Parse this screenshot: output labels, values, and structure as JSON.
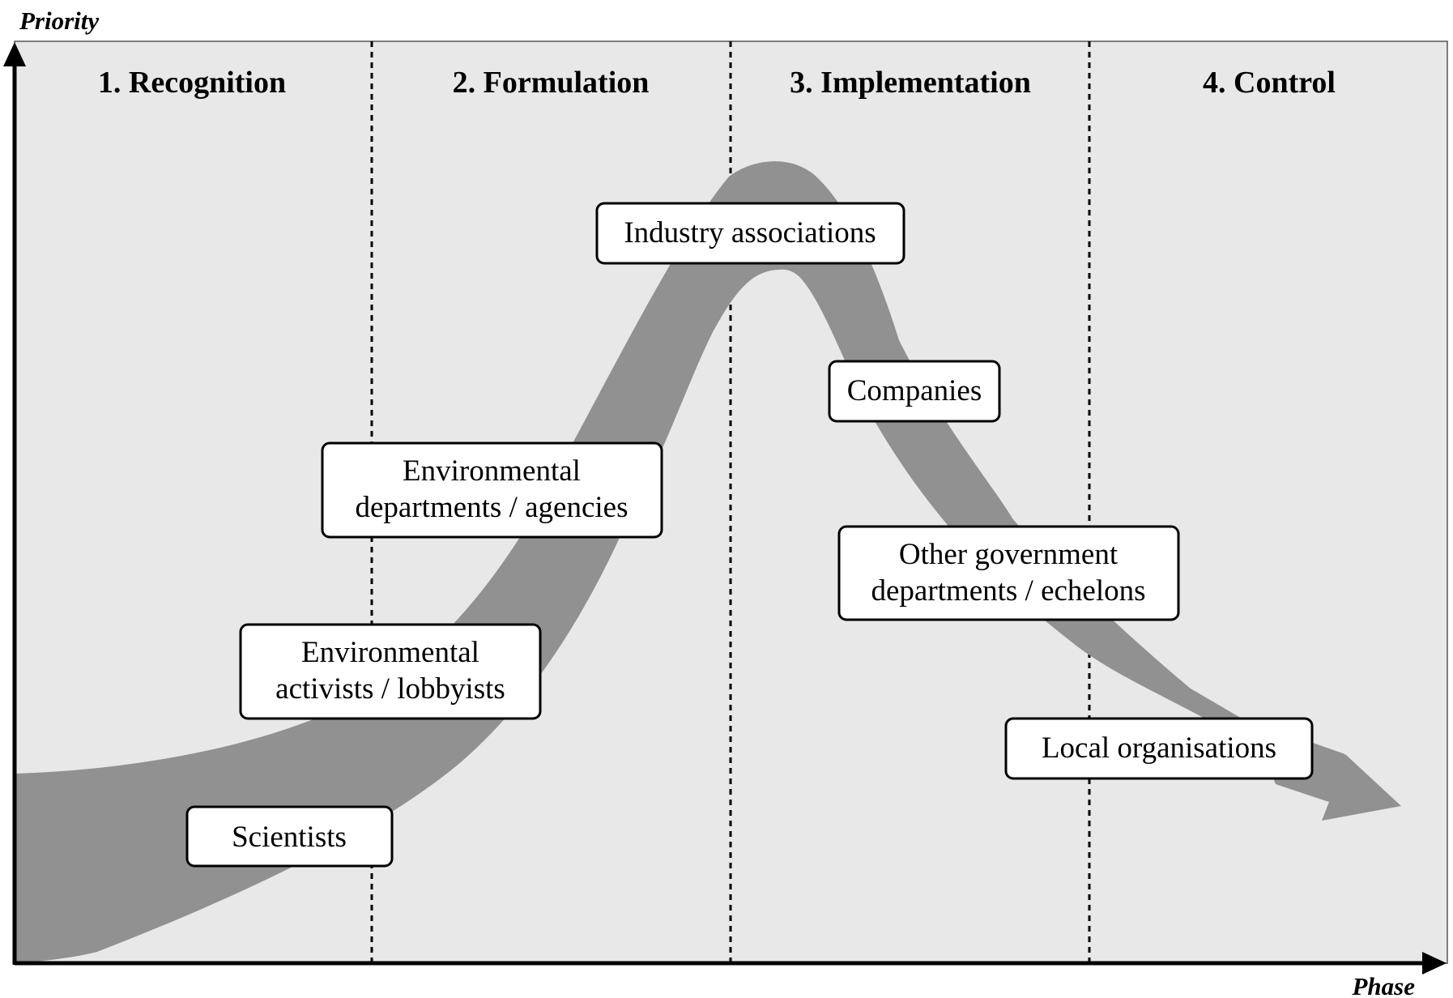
{
  "axes": {
    "y_label": "Priority",
    "x_label": "Phase"
  },
  "phases": [
    {
      "label": "1. Recognition"
    },
    {
      "label": "2. Formulation"
    },
    {
      "label": "3. Implementation"
    },
    {
      "label": "4. Control"
    }
  ],
  "actors": [
    {
      "id": "scientists",
      "lines": [
        "Scientists"
      ]
    },
    {
      "id": "environmental-activists",
      "lines": [
        "Environmental",
        "activists / lobbyists"
      ]
    },
    {
      "id": "environmental-departments",
      "lines": [
        "Environmental",
        "departments / agencies"
      ]
    },
    {
      "id": "industry-associations",
      "lines": [
        "Industry associations"
      ]
    },
    {
      "id": "companies",
      "lines": [
        "Companies"
      ]
    },
    {
      "id": "other-government",
      "lines": [
        "Other government",
        "departments / echelons"
      ]
    },
    {
      "id": "local-organisations",
      "lines": [
        "Local organisations"
      ]
    }
  ],
  "colors": {
    "panel_fill": "#e8e8e8",
    "band_fill": "#919191",
    "box_fill": "#ffffff",
    "ink": "#000000"
  }
}
